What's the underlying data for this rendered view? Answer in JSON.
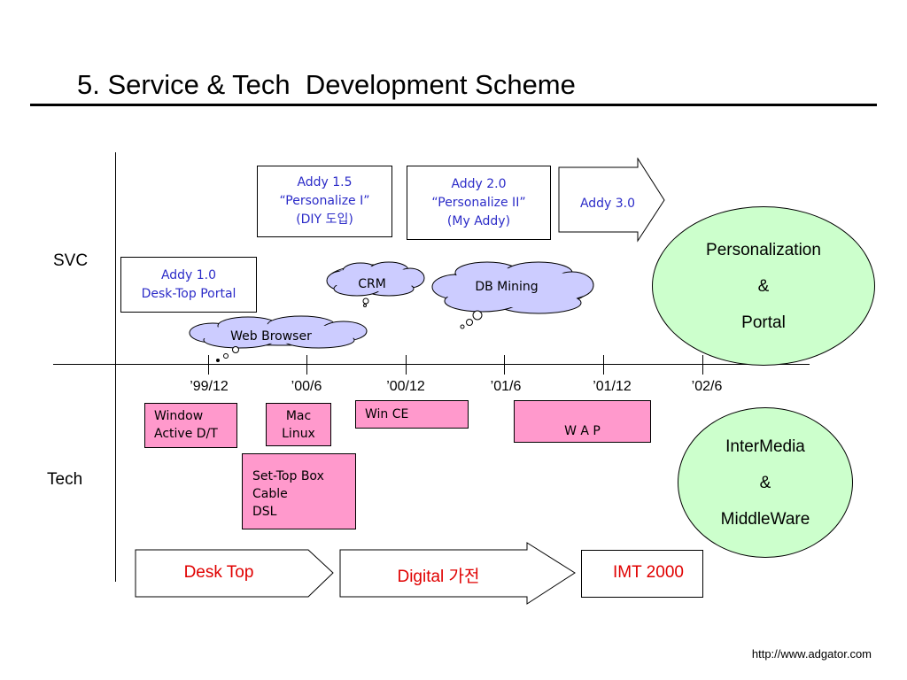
{
  "title": "5. Service & Tech  Development Scheme",
  "row_labels": {
    "svc": "SVC",
    "tech": "Tech"
  },
  "timeline": [
    "’99/12",
    "’00/6",
    "’00/12",
    "’01/6",
    "’01/12",
    "’02/6"
  ],
  "svc_boxes": {
    "addy10": [
      "Addy 1.0",
      "Desk-Top Portal"
    ],
    "addy15": [
      "Addy 1.5",
      "“Personalize I”",
      "(DIY 도입)"
    ],
    "addy20": [
      "Addy 2.0",
      "“Personalize II”",
      "(My Addy)"
    ],
    "addy30": "Addy 3.0"
  },
  "clouds": {
    "web_browser": "Web Browser",
    "crm": "CRM",
    "db_mining": "DB Mining"
  },
  "tech_boxes": {
    "window": [
      "Window",
      "Active D/T"
    ],
    "mac": [
      "Mac",
      "Linux"
    ],
    "settop": [
      "Set-Top Box",
      "Cable",
      "DSL"
    ],
    "wince": "Win CE",
    "wap": "W A P"
  },
  "ellipses": {
    "personalization": [
      "Personalization",
      "&",
      "Portal"
    ],
    "intermedia": [
      "InterMedia",
      "&",
      "MiddleWare"
    ]
  },
  "bottom_arrows": {
    "desktop": "Desk Top",
    "digital": "Digital 가전",
    "imt": "IMT 2000"
  },
  "footer_url": "http://www.adgator.com",
  "colors": {
    "svc_text": "#2c2cc8",
    "tech_fill": "#ff99cc",
    "ellipse_fill": "#ccffcc",
    "cloud_fill": "#ccccff",
    "arrow_text": "#e00000"
  }
}
